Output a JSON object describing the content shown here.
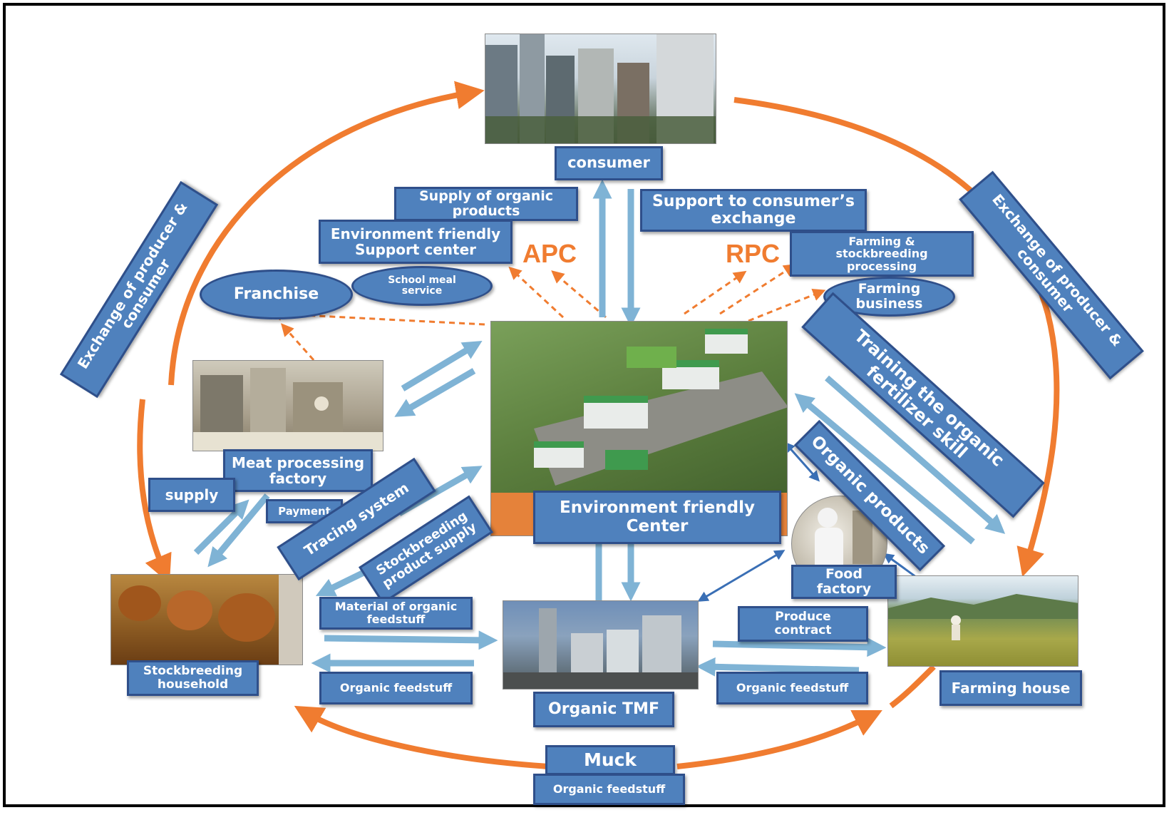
{
  "nodes": {
    "consumer": "consumer",
    "supply_organic": "Supply of organic\nproducts",
    "support_exchange": "Support to consumer’s\nexchange",
    "env_support_center": "Environment friendly\nSupport center",
    "apc": "APC",
    "rpc": "RPC",
    "farming_processing": "Farming &\nstockbreeding\nprocessing",
    "franchise": "Franchise",
    "school_meal": "School  meal\nservice",
    "farming_business": "Farming\nbusiness",
    "exchange_left": "Exchange of producer &\nconsumer",
    "exchange_right": "Exchange of producer &\nconsumer",
    "training": "Training the organic\nfertilizer skill",
    "meat_factory": "Meat processing\nfactory",
    "supply": "supply",
    "payment": "Payment",
    "tracing": "Tracing system",
    "stock_product_supply": "Stockbreeding\nproduct supply",
    "env_center": "Environment friendly\nCenter",
    "organic_products": "Organic products",
    "food_factory": "Food\nfactory",
    "material_feedstuff": "Material of organic\nfeedstuff",
    "organic_feedstuff_left": "Organic feedstuff",
    "produce_contract": "Produce\ncontract",
    "organic_feedstuff_right": "Organic feedstuff",
    "stockbreeding_household": "Stockbreeding\nhousehold",
    "organic_tmf": "Organic TMF",
    "farming_house": "Farming house",
    "muck": "Muck",
    "organic_feedstuff_bottom": "Organic feedstuff"
  },
  "colors": {
    "box_fill": "#4f81bd",
    "box_border": "#2f4f8a",
    "cycle_arrow": "#f07c30",
    "flow_arrow": "#7fb3d5",
    "dashed_arrow": "#f07c30"
  },
  "pictures": {
    "city": "city-skyline-photo",
    "center": "aerial-facility-photo",
    "meat": "meat-factory-photo",
    "cattle": "cattle-photo",
    "tmf": "tmf-plant-photo",
    "food": "food-factory-photo",
    "field": "rice-field-photo"
  }
}
